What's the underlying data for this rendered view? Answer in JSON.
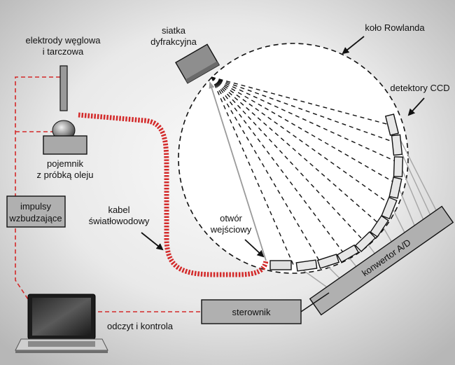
{
  "labels": {
    "electrodes_line1": "elektrody węglowa",
    "electrodes_line2": "i tarczowa",
    "grating_line1": "siatka",
    "grating_line2": "dyfrakcyjna",
    "rowland": "koło Rowlanda",
    "ccd": "detektory CCD",
    "container_line1": "pojemnik",
    "container_line2": "z próbką oleju",
    "pulses_line1": "impulsy",
    "pulses_line2": "wzbudzające",
    "cable_line1": "kabel",
    "cable_line2": "światłowodowy",
    "slit_line1": "otwór",
    "slit_line2": "wejściowy",
    "converter": "konwertor A/D",
    "controller": "sterownik",
    "readout": "odczyt i kontrola"
  },
  "colors": {
    "fiber": "#d32a2a",
    "signal_dashed": "#d32a2a",
    "background_light": "#f4f4f4",
    "background_dark": "#b9b9b9",
    "box_fill": "#b3b3b3",
    "circle_fill": "#ffffff"
  },
  "icons": {
    "computer": "laptop-icon",
    "electrode": "electrode-rod-icon",
    "sample": "sample-dish-icon"
  }
}
